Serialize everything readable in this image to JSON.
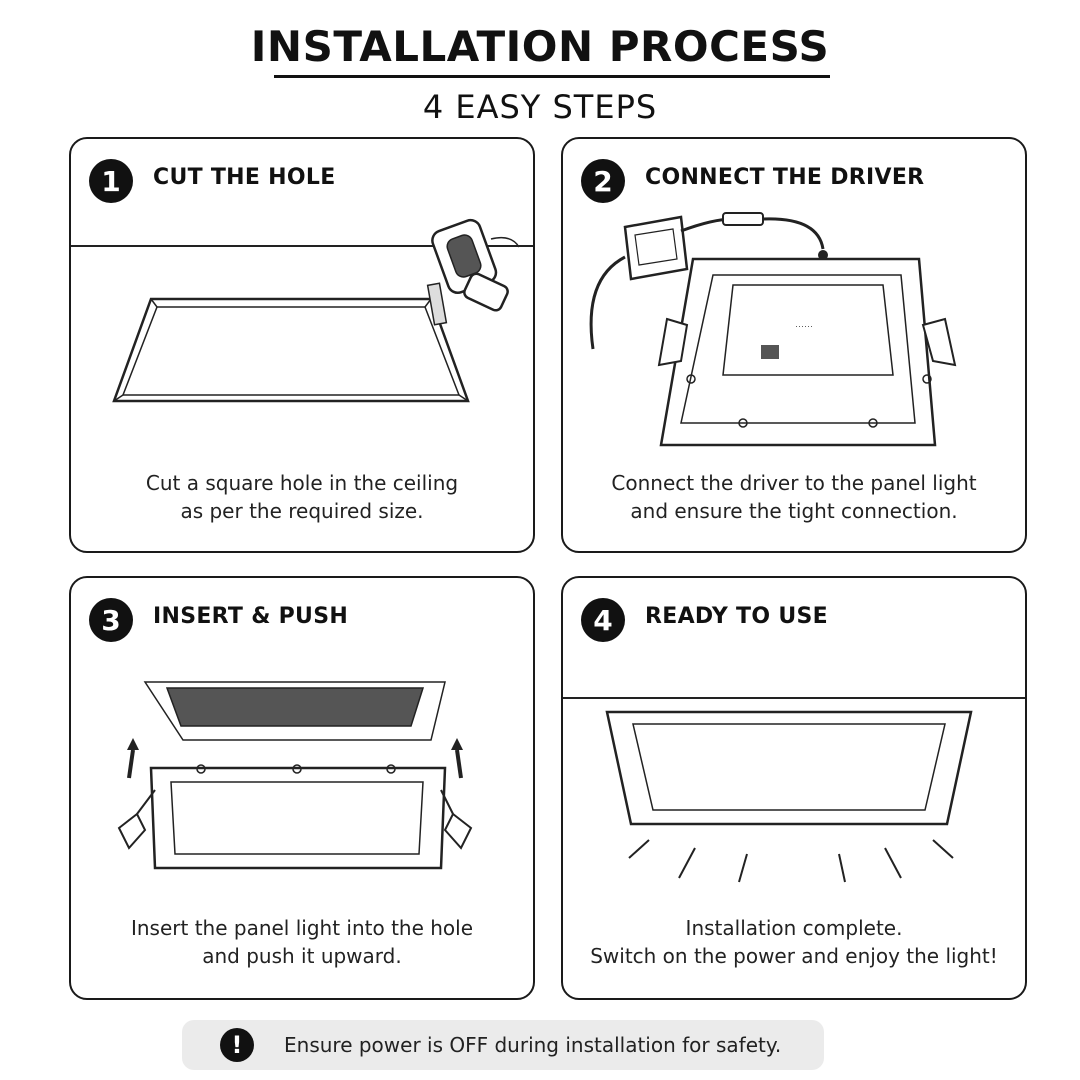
{
  "header": {
    "title": "INSTALLATION PROCESS",
    "subtitle": "4 EASY STEPS"
  },
  "steps": [
    {
      "number": "1",
      "title": "CUT THE HOLE",
      "line1": "Cut a square hole in the ceiling",
      "line2": "as per the required size.",
      "icon": "saw-cutting-hole-icon"
    },
    {
      "number": "2",
      "title": "CONNECT THE DRIVER",
      "line1": "Connect the driver to the panel light",
      "line2": "and ensure the tight connection.",
      "icon": "driver-panel-icon"
    },
    {
      "number": "3",
      "title": "INSERT & PUSH",
      "line1": "Insert the panel light into the hole",
      "line2": "and push it upward.",
      "icon": "insert-panel-icon"
    },
    {
      "number": "4",
      "title": "READY TO USE",
      "line1": "Installation complete.",
      "line2": "Switch on the power and enjoy the light!",
      "icon": "lit-panel-icon"
    }
  ],
  "notice": {
    "icon_symbol": "!",
    "text": "Ensure power is OFF during installation for safety."
  }
}
